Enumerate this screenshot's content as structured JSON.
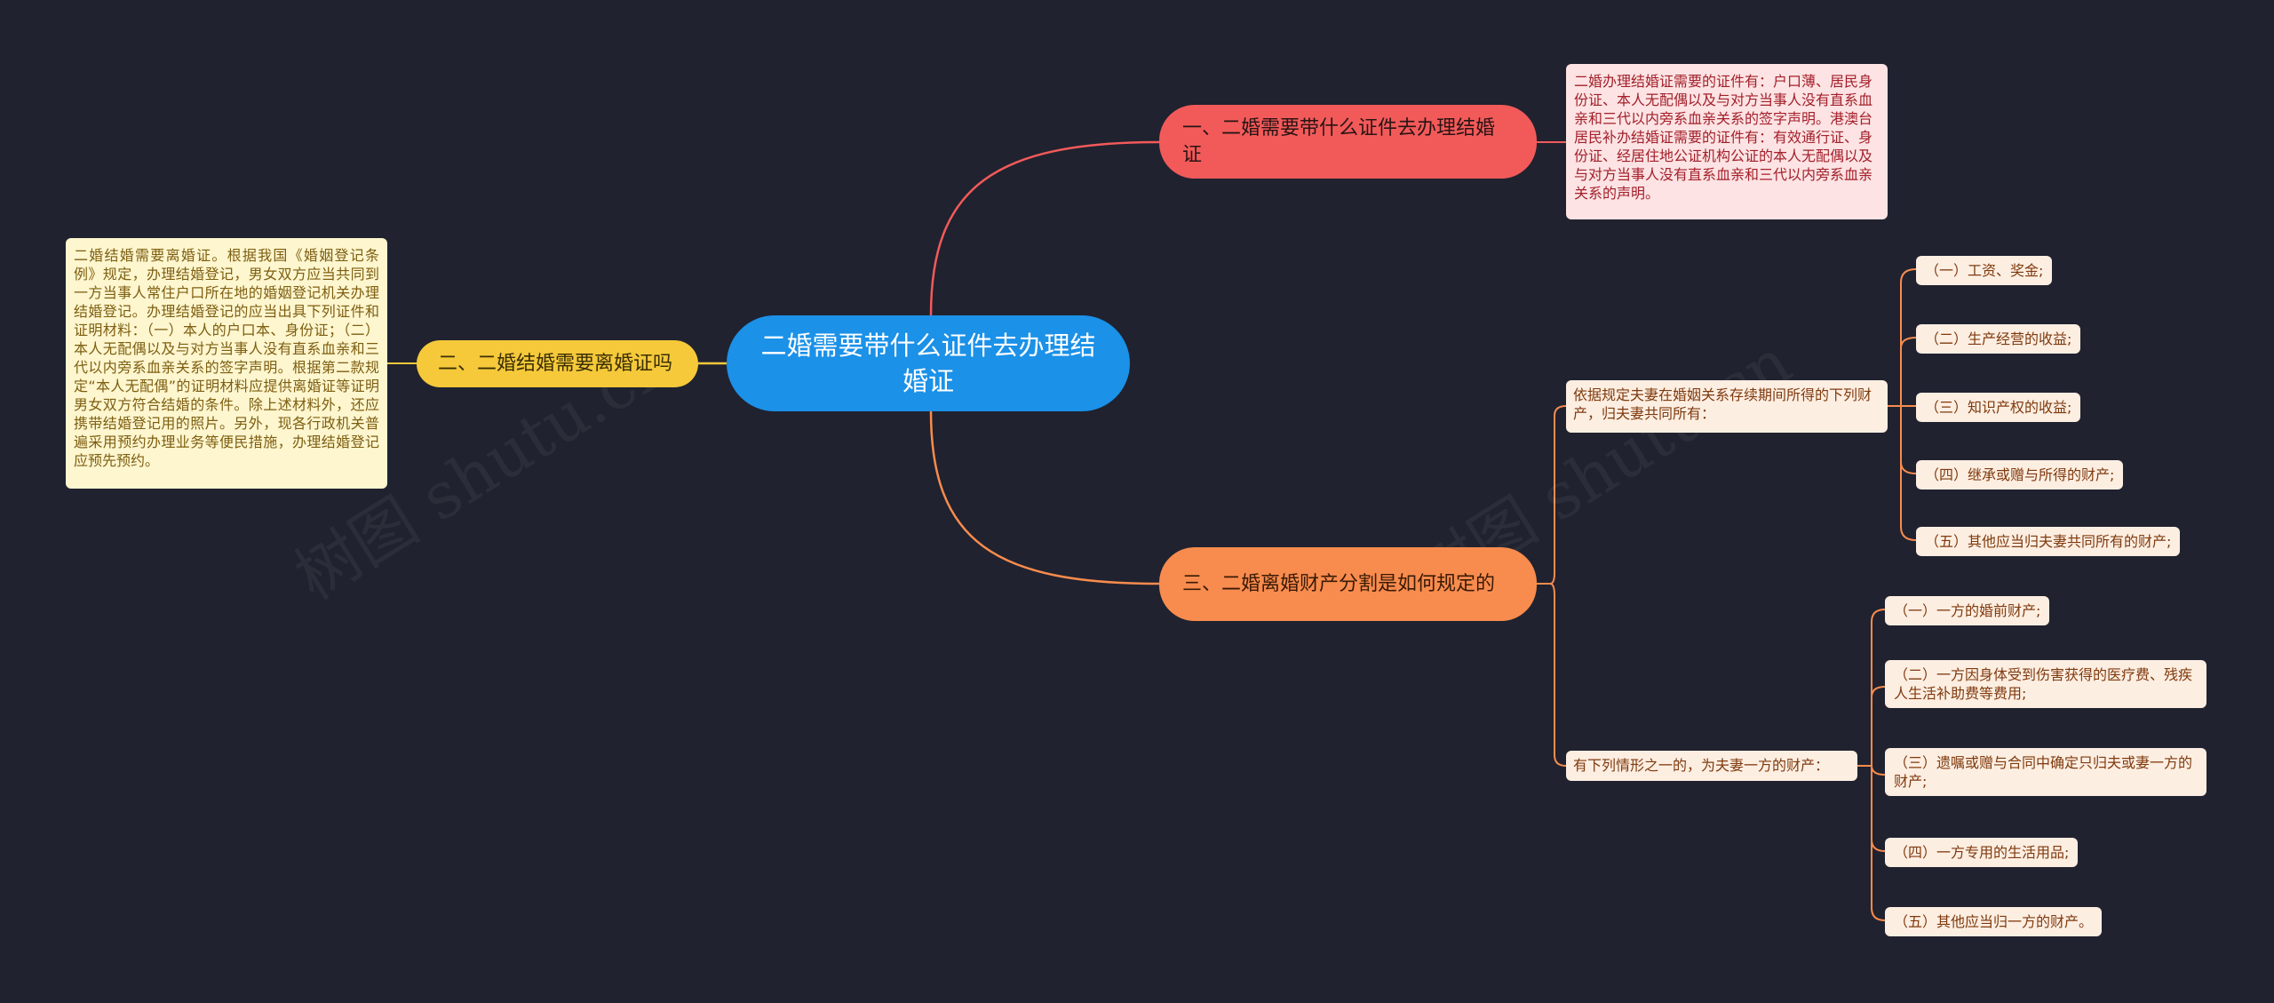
{
  "root": {
    "label": "二婚需要带什么证件去办理结婚证"
  },
  "branches": [
    {
      "label": "一、二婚需要带什么证件去办理结婚证"
    },
    {
      "label": "二、二婚结婚需要离婚证吗"
    },
    {
      "label": "三、二婚离婚财产分割是如何规定的"
    }
  ],
  "notes": {
    "n1": "二婚办理结婚证需要的证件有：户口薄、居民身份证、本人无配偶以及与对方当事人没有直系血亲和三代以内旁系血亲关系的签字声明。港澳台居民补办结婚证需要的证件有：有效通行证、身份证、经居住地公证机构公证的本人无配偶以及与对方当事人没有直系血亲和三代以内旁系血亲关系的声明。",
    "n2": "二婚结婚需要离婚证。根据我国《婚姻登记条例》规定，办理结婚登记，男女双方应当共同到一方当事人常住户口所在地的婚姻登记机关办理结婚登记。办理结婚登记的应当出具下列证件和证明材料：（一）本人的户口本、身份证；（二）本人无配偶以及与对方当事人没有直系血亲和三代以内旁系血亲关系的签字声明。根据第二款规定“本人无配偶”的证明材料应提供离婚证等证明男女双方符合结婚的条件。除上述材料外，还应携带结婚登记用的照片。另外，现各行政机关普遍采用预约办理业务等便民措施，办理结婚登记应预先预约。"
  },
  "subs": [
    {
      "label": "依据规定夫妻在婚姻关系存续期间所得的下列财产，归夫妻共同所有：",
      "leaves": [
        "（一）工资、奖金;",
        "（二）生产经营的收益;",
        "（三）知识产权的收益;",
        "（四）继承或赠与所得的财产;",
        "（五）其他应当归夫妻共同所有的财产;"
      ]
    },
    {
      "label": "有下列情形之一的，为夫妻一方的财产：",
      "leaves": [
        "（一）一方的婚前财产;",
        "（二）一方因身体受到伤害获得的医疗费、残疾人生活补助费等费用;",
        "（三）遗嘱或赠与合同中确定只归夫或妻一方的财产;",
        "（四）一方专用的生活用品;",
        "（五）其他应当归一方的财产。"
      ]
    }
  ],
  "watermark": "树图 shutu.cn",
  "colors": {
    "background": "#20222f",
    "root": "#1b91e8",
    "branch1": "#f25a5a",
    "branch2": "#f5c93a",
    "branch3": "#f88c4e"
  }
}
